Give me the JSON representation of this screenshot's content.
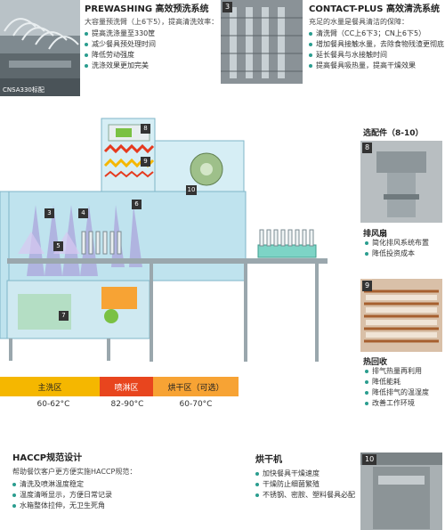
{
  "top_left_photo": {
    "caption": "CNSA330标配"
  },
  "prewashing": {
    "title": "PREWASHING 高效预洗系统",
    "subtitle": "大容量预洗臂（上6下5），提高清洗效率：",
    "items": [
      "提高洗涤量至330筐",
      "减少餐具预处理时间",
      "降低劳动强度",
      "洗涤效果更加完美"
    ]
  },
  "contact_photo": {
    "badge": "3"
  },
  "contact_plus": {
    "title": "CONTACT-PLUS 高效清洗系统",
    "subtitle": "充足的水量是餐具清洁的保障：",
    "items": [
      "清洗臂（CC上6下3；CN上6下5）",
      "增加餐具接触水量，去除食物残渣更彻底",
      "延长餐具与水接触时间",
      "提高餐具吸热量，提高干燥效果"
    ]
  },
  "diagram": {
    "labels": {
      "n3": "3",
      "n4": "4",
      "n5": "5",
      "n6": "6",
      "n7": "7",
      "n8": "8",
      "n9": "9",
      "n10": "10"
    },
    "zones": [
      {
        "name": "主洗区",
        "temp": "60-62°C",
        "color": "#f5b700"
      },
      {
        "name": "喷淋区",
        "temp": "82-90°C",
        "color": "#e8451e"
      },
      {
        "name": "烘干区（可选）",
        "temp": "60-70°C",
        "color": "#f7a334"
      }
    ]
  },
  "options": {
    "title": "选配件（8-10）",
    "opt8": {
      "badge": "8",
      "title": "排风扇",
      "items": [
        "简化排风系统布置",
        "降低投资成本"
      ]
    },
    "opt9": {
      "badge": "9",
      "title": "热回收",
      "items": [
        "排气热量再利用",
        "降低能耗",
        "降低排气的温湿度",
        "改善工作环境"
      ]
    },
    "opt10": {
      "badge": "10"
    }
  },
  "haccp": {
    "title": "HACCP规范设计",
    "subtitle": "帮助餐饮客户更方便实施HACCP规范：",
    "items": [
      "清洗及喷淋温度稳定",
      "温度清晰显示，方便日常记录",
      "水箱整体拉伸，无卫生死角"
    ]
  },
  "dryer": {
    "title": "烘干机",
    "items": [
      "加快餐具干燥速度",
      "干燥防止细菌繁殖",
      "不锈钢、密胺、塑料餐具必配"
    ]
  },
  "colors": {
    "accent": "#2a9d8f",
    "machine_blue": "#bfe3ee",
    "steam_purple": "#a58fd6"
  }
}
